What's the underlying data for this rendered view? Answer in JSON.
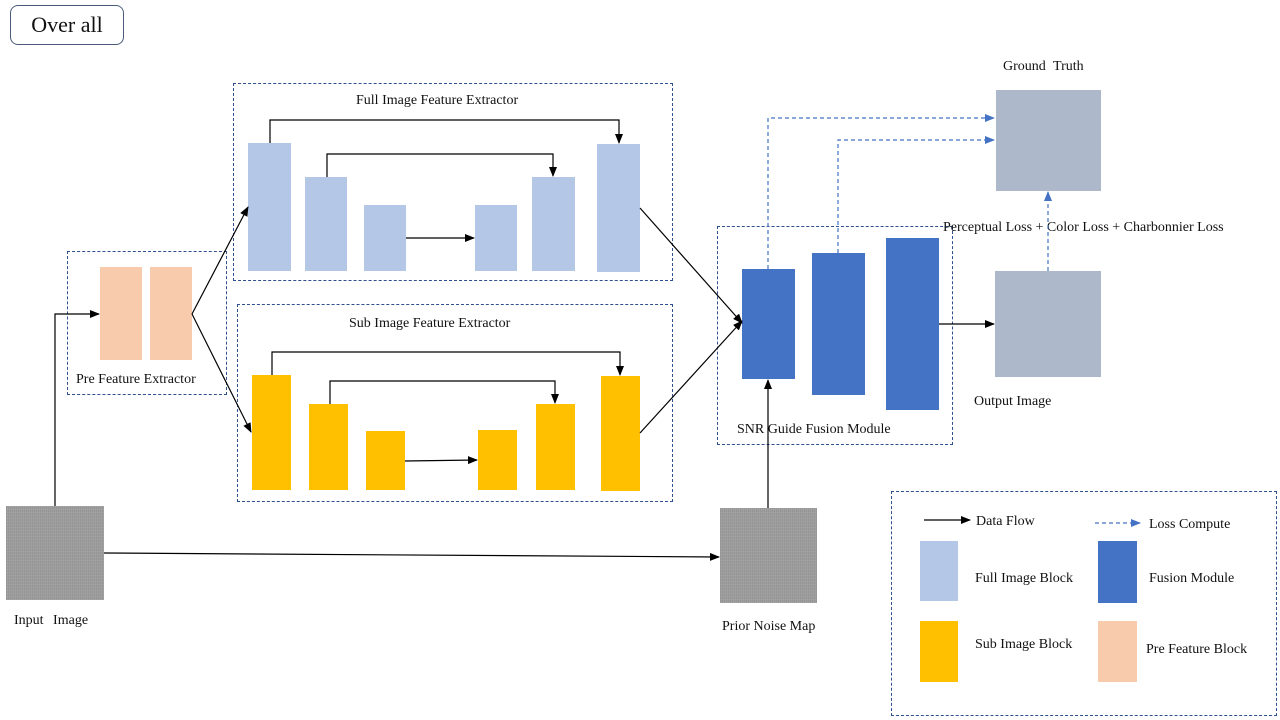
{
  "title": "Over all",
  "pre_extractor": {
    "label": "Pre Feature Extractor"
  },
  "full_extractor": {
    "label": "Full Image Feature Extractor"
  },
  "sub_extractor": {
    "label": "Sub Image Feature Extractor"
  },
  "fusion_module": {
    "label": "SNR Guide Fusion Module"
  },
  "images": {
    "input": "Input Image",
    "prior_noise": "Prior Noise Map",
    "output": "Output Image",
    "ground_truth": "Ground Truth"
  },
  "loss_text": "Perceptual Loss + Color Loss + Charbonnier Loss",
  "legend": {
    "data_flow": "Data Flow",
    "loss_compute": "Loss Compute",
    "full_block": "Full Image Block",
    "fusion_module": "Fusion Module",
    "sub_block": "Sub Image Block",
    "pre_block": "Pre Feature Block"
  },
  "colors": {
    "full_block": "#b4c7e7",
    "sub_block": "#ffc000",
    "pre_block": "#f8cbad",
    "fusion_module": "#4472c4",
    "image_gray": "#adb9ca",
    "loss_arrow": "#4472c4"
  }
}
